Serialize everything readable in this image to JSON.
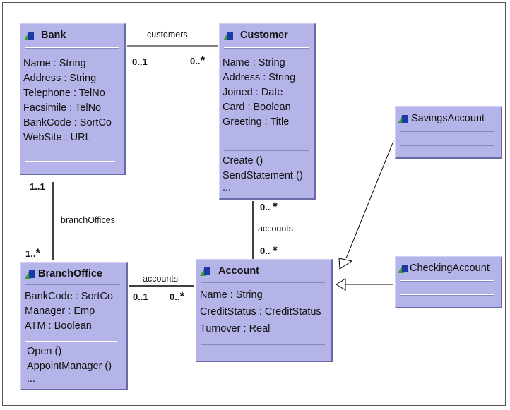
{
  "classes": {
    "bank": {
      "name": "Bank",
      "attributes": [
        "Name : String",
        "Address : String",
        "Telephone : TelNo",
        "Facsimile : TelNo",
        "BankCode : SortCo",
        "WebSite : URL"
      ]
    },
    "customer": {
      "name": "Customer",
      "attributes": [
        "Name : String",
        "Address : String",
        "Joined : Date",
        "Card : Boolean",
        "Greeting : Title"
      ],
      "operations": [
        "Create ()",
        "SendStatement ()",
        "..."
      ]
    },
    "savings": {
      "name": "SavingsAccount"
    },
    "checking": {
      "name": "CheckingAccount"
    },
    "branch": {
      "name": "BranchOffice",
      "attributes": [
        "BankCode : SortCo",
        "Manager : Emp",
        "ATM : Boolean"
      ],
      "operations": [
        "Open ()",
        "AppointManager ()",
        "..."
      ]
    },
    "account": {
      "name": "Account",
      "attributes": [
        "Name : String",
        "CreditStatus : CreditStatus",
        "Turnover : Real"
      ]
    }
  },
  "associations": {
    "customers": {
      "label": "customers",
      "bank_end": "0..1",
      "customer_end": "0..*"
    },
    "branch_offices": {
      "label": "branchOffices",
      "bank_end": "1..1",
      "branch_end": "1..*"
    },
    "branch_accounts": {
      "label": "accounts",
      "branch_end": "0..1",
      "account_end": "0..*"
    },
    "customer_accounts": {
      "label": "accounts",
      "customer_end": "0..*",
      "account_end": "0..*"
    }
  },
  "colors": {
    "class_fill": "#b4b4e8",
    "line": "#000000",
    "icon_green": "#3c9a3c",
    "icon_blue": "#1c3aa6"
  },
  "icons": {
    "class_icon": "uml-class-icon"
  }
}
